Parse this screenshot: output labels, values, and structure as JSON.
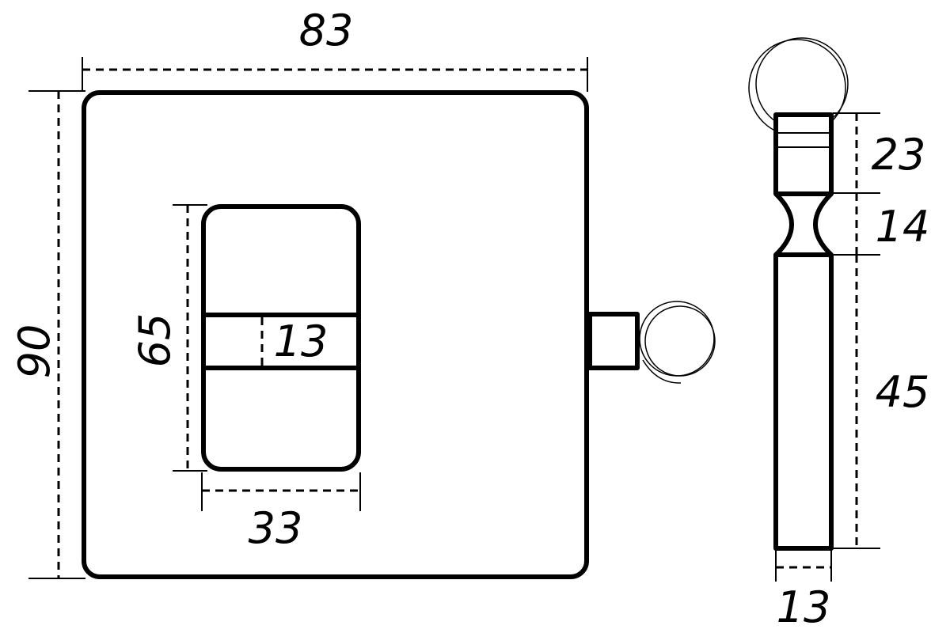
{
  "front_view": {
    "width_label": "83",
    "height_label": "90",
    "window_height_label": "65",
    "window_width_label": "33",
    "bar_height_label": "13"
  },
  "side_view": {
    "top_label": "23",
    "neck_label": "14",
    "body_label": "45",
    "width_label": "13"
  },
  "colors": {
    "line": "#000000",
    "background": "#ffffff"
  }
}
